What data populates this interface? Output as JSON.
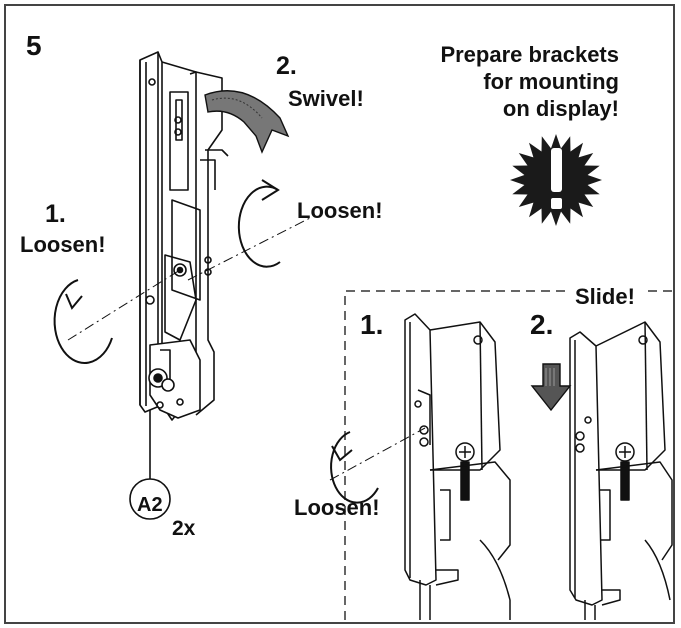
{
  "step_number": "5",
  "heading": {
    "line1": "Prepare brackets",
    "line2": "for mounting",
    "line3": "on display!"
  },
  "callouts": {
    "swivel_number": "2.",
    "swivel_label": "Swivel!",
    "loosen_right_label": "Loosen!",
    "loosen_left_number": "1.",
    "loosen_left_label": "Loosen!",
    "slide_label": "Slide!",
    "inset_step1": "1.",
    "inset_step2": "2.",
    "inset_loosen_label": "Loosen!"
  },
  "part": {
    "id": "A2",
    "quantity": "2x"
  },
  "icons": {
    "warning": "exclamation-starburst-icon",
    "arrow_rotate": "rotation-arrow-icon",
    "arrow_swivel": "curved-arrow-icon",
    "arrow_slide": "down-arrow-icon"
  },
  "colors": {
    "line": "#111111",
    "fill_dark": "#1a1a1a",
    "background": "#ffffff"
  }
}
